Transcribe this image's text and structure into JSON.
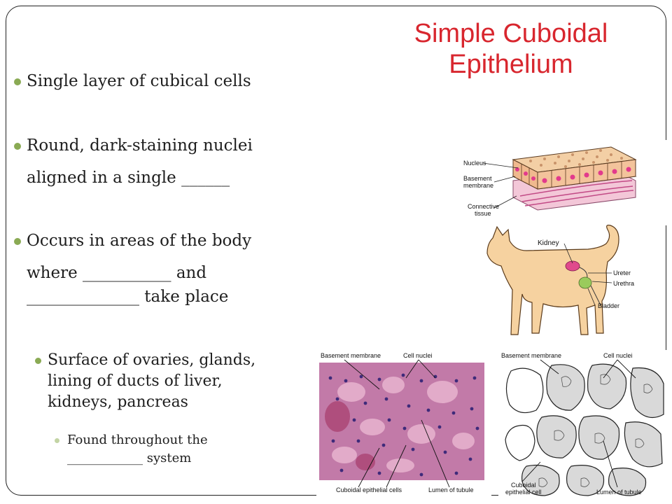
{
  "title": {
    "line1": "Simple Cuboidal",
    "line2": "Epithelium"
  },
  "bullets": [
    {
      "lines": [
        "Single layer of cubical cells"
      ]
    },
    {
      "lines": [
        "Round, dark-staining nuclei",
        "aligned in a single ______"
      ]
    },
    {
      "lines": [
        "Occurs in areas of the body",
        "where ___________ and",
        "______________ take place"
      ]
    }
  ],
  "sub_bullet": {
    "lines": [
      "Surface of ovaries, glands,",
      "lining of ducts of liver,",
      "kidneys, pancreas"
    ]
  },
  "sub_sub_bullet": {
    "lines": [
      "Found throughout the",
      "____________ system"
    ]
  },
  "figure_tissue": {
    "labels": {
      "nucleus": "Nucleus",
      "basement1": "Basement",
      "basement2": "membrane",
      "connective1": "Connective",
      "connective2": "tissue"
    }
  },
  "figure_cat": {
    "labels": {
      "kidney": "Kidney",
      "ureter": "Ureter",
      "urethra": "Urethra",
      "bladder": "Bladder"
    }
  },
  "figure_micro": {
    "labels": {
      "basement": "Basement membrane",
      "nuclei": "Cell nuclei",
      "cuboidal": "Cuboidal epithelial cells",
      "lumen": "Lumen of tubule"
    }
  },
  "figure_drawing": {
    "labels": {
      "basement": "Basement membrane",
      "nuclei": "Cell nuclei",
      "cuboidal1": "Cuboidal",
      "cuboidal2": "epithelial cell",
      "lumen": "Lumen of tubule"
    }
  },
  "colors": {
    "title": "#d8262e",
    "bullet": "#8aaa54",
    "cat": "#f6d2a0",
    "tissue_pink": "#e8a2c4"
  }
}
